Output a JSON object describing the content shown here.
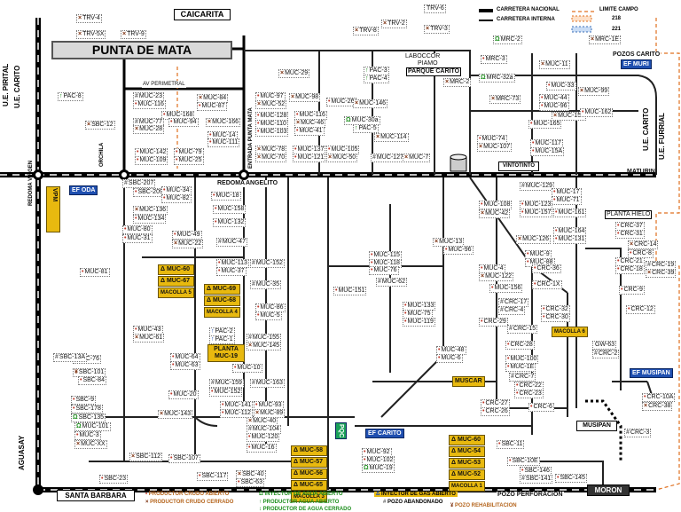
{
  "title": "PUNTA DE MATA",
  "places": {
    "caicarita": "CAICARITA",
    "santa_barbara": "SANTA BARBARA",
    "moron": "MORON",
    "musipan": "MUSIPAN",
    "muscar": "MUSCAR",
    "vintotinto": "VINTOTINTO",
    "laboccor": "LABOCCOR",
    "piamo": "PIAMO",
    "parque_carito": "PARQUE CARITO",
    "pozos_carito": "POZOS CARITO",
    "planta_hielo": "PLANTA HIELO",
    "maturin": "MATURIN",
    "redoma": "REDOMA",
    "angelito": "ANGELITO",
    "av_perimetral": "AV PERIMETRAL",
    "orchila": "ORCHILA",
    "redoma_virgen": "REDOMA VIRGEN",
    "ue_pirital": "U.E. PIRITAL",
    "ue_carito_left": "U.E. CARITO",
    "ue_carito_right": "U.E. CARITO",
    "ue_furrial": "U.E. FURRIAL",
    "aguasay": "AGUASAY",
    "pozo_perforacion": "POZO PERFORACION",
    "entrada_punta_mata": "ENTRADA PUNTA MATA"
  },
  "stations": {
    "ef_oda": "EF ODA",
    "ef_muri": "EF MURI",
    "ef_carito": "EF CARITO",
    "ef_musipan": "EF MUSIPAN",
    "vpm": "VPM",
    "planta_muc19": "PLANTA MUC-19",
    "pqc": "PQC"
  },
  "legend_top": {
    "carretera_nacional": "CARRETERA NACIONAL",
    "carretera_interna": "CARRETERA INTERNA",
    "limite_campo": "LIMITE CAMPO",
    "n218": "218",
    "n221": "221"
  },
  "legend_bottom": [
    {
      "text": "PRODUCTOR CRUDO ABIERTO",
      "marker": "•",
      "cls": "prod-open"
    },
    {
      "text": "PRODUCTOR CRUDO CERRADO",
      "marker": "×",
      "cls": "prod-closed"
    },
    {
      "text": "INYECTOR DE AGUA ABIERTO",
      "marker": "Ω",
      "cls": "inj-water"
    },
    {
      "text": "PRODUCTOR AGUA ABIERTO",
      "marker": "↑",
      "cls": "inj-water"
    },
    {
      "text": "PRODUCTOR DE AGUA CERRADO",
      "marker": "↕",
      "cls": "inj-water"
    },
    {
      "text": "INYECTOR DE GAS ABIERTO",
      "marker": "Δ",
      "cls": "gas"
    },
    {
      "text": "POZO ABANDONADO",
      "marker": "#",
      "cls": "abandoned"
    },
    {
      "text": "POZO REHABILITACION",
      "marker": "¥",
      "cls": "prod-closed"
    }
  ],
  "wells": [
    {
      "name": "TRV-4",
      "marker": "×",
      "cls": "prod-closed"
    },
    {
      "name": "TRV-5X",
      "marker": "×",
      "cls": "prod-closed"
    },
    {
      "name": "TRV-9",
      "marker": "×",
      "cls": "prod-closed"
    },
    {
      "name": "TRV-6",
      "marker": "",
      "cls": "prod-closed"
    },
    {
      "name": "TRV-2",
      "marker": "×",
      "cls": "prod-closed"
    },
    {
      "name": "TRV-8",
      "marker": "×",
      "cls": "prod-closed"
    },
    {
      "name": "TRV-3",
      "marker": "×",
      "cls": "prod-closed"
    },
    {
      "name": "MRC-2",
      "marker": "Ω",
      "cls": "inj-water"
    },
    {
      "name": "MRC-1E",
      "marker": "×",
      "cls": "prod-closed"
    },
    {
      "name": "PAC-8",
      "marker": "↑",
      "cls": "inj-water"
    },
    {
      "name": "SBC-12",
      "marker": "×",
      "cls": "prod-closed"
    },
    {
      "name": "MUC-23",
      "marker": "#",
      "cls": "abandoned"
    },
    {
      "name": "MUC-116",
      "marker": "•",
      "cls": "prod-open"
    },
    {
      "name": "MUC-168",
      "marker": "•",
      "cls": "prod-open"
    },
    {
      "name": "MUC-77",
      "marker": "#",
      "cls": "abandoned"
    },
    {
      "name": "MUC-28",
      "marker": "×",
      "cls": "prod-closed"
    },
    {
      "name": "MUC-94",
      "marker": "•",
      "cls": "prod-open"
    },
    {
      "name": "MUC-84",
      "marker": "×",
      "cls": "prod-closed"
    },
    {
      "name": "MUC-87",
      "marker": "•",
      "cls": "prod-open"
    },
    {
      "name": "MUC-166",
      "marker": "×",
      "cls": "prod-closed"
    },
    {
      "name": "MUC-14",
      "marker": "•",
      "cls": "prod-open"
    },
    {
      "name": "MUC-111",
      "marker": "•",
      "cls": "prod-open"
    },
    {
      "name": "MUC-29",
      "marker": "×",
      "cls": "prod-closed"
    },
    {
      "name": "MUC-97",
      "marker": "•",
      "cls": "prod-open"
    },
    {
      "name": "MUC-52",
      "marker": "×",
      "cls": "prod-closed"
    },
    {
      "name": "MUC-98",
      "marker": "×",
      "cls": "prod-closed"
    },
    {
      "name": "MUC-128",
      "marker": "•",
      "cls": "prod-open"
    },
    {
      "name": "MUC-110",
      "marker": "•",
      "cls": "prod-open"
    },
    {
      "name": "MUC-103",
      "marker": "•",
      "cls": "prod-open"
    },
    {
      "name": "MUC-116",
      "marker": "•",
      "cls": "prod-open"
    },
    {
      "name": "MUC-46",
      "marker": "×",
      "cls": "prod-closed"
    },
    {
      "name": "MUC-41",
      "marker": "•",
      "cls": "prod-open"
    },
    {
      "name": "MUC-26",
      "marker": "•",
      "cls": "prod-open"
    },
    {
      "name": "MUC-146",
      "marker": "×",
      "cls": "prod-closed"
    },
    {
      "name": "PAC-3",
      "marker": "↑",
      "cls": "inj-water"
    },
    {
      "name": "PAC-4",
      "marker": "↑",
      "cls": "inj-water"
    },
    {
      "name": "MUC-30a",
      "marker": "Ω",
      "cls": "inj-water"
    },
    {
      "name": "PAC-5",
      "marker": "↑",
      "cls": "inj-water"
    },
    {
      "name": "MUC-114",
      "marker": "×",
      "cls": "prod-closed"
    },
    {
      "name": "MRC-2",
      "marker": "×",
      "cls": "prod-closed"
    },
    {
      "name": "MRC-3",
      "marker": "•",
      "cls": "prod-open"
    },
    {
      "name": "MRC-32a",
      "marker": "Ω",
      "cls": "inj-water"
    },
    {
      "name": "MRC-73",
      "marker": "×",
      "cls": "prod-closed"
    },
    {
      "name": "MUC-11",
      "marker": "×",
      "cls": "prod-closed"
    },
    {
      "name": "MUC-33",
      "marker": "•",
      "cls": "prod-open"
    },
    {
      "name": "MUC-99",
      "marker": "×",
      "cls": "prod-closed"
    },
    {
      "name": "MUC-44",
      "marker": "•",
      "cls": "prod-open"
    },
    {
      "name": "MUC-96",
      "marker": "•",
      "cls": "prod-open"
    },
    {
      "name": "MUC-150",
      "marker": "×",
      "cls": "prod-closed"
    },
    {
      "name": "MUC-162",
      "marker": "•",
      "cls": "prod-open"
    },
    {
      "name": "MUC-165",
      "marker": "•",
      "cls": "prod-open"
    },
    {
      "name": "MUC-74",
      "marker": "•",
      "cls": "prod-open"
    },
    {
      "name": "MUC-107",
      "marker": "×",
      "cls": "prod-closed"
    },
    {
      "name": "MUC-117",
      "marker": "•",
      "cls": "prod-open"
    },
    {
      "name": "MUC-15A",
      "marker": "•",
      "cls": "prod-open"
    },
    {
      "name": "MUC-142",
      "marker": "•",
      "cls": "prod-open"
    },
    {
      "name": "MUC-109",
      "marker": "•",
      "cls": "prod-open"
    },
    {
      "name": "MUC-79",
      "marker": "•",
      "cls": "prod-open"
    },
    {
      "name": "MUC-25",
      "marker": "•",
      "cls": "prod-open"
    },
    {
      "name": "MUC-78",
      "marker": "×",
      "cls": "prod-closed"
    },
    {
      "name": "MUC-70",
      "marker": "×",
      "cls": "prod-closed"
    },
    {
      "name": "MUC-137",
      "marker": "•",
      "cls": "prod-open"
    },
    {
      "name": "MUC-121",
      "marker": "•",
      "cls": "prod-open"
    },
    {
      "name": "MUC-105",
      "marker": "•",
      "cls": "prod-open"
    },
    {
      "name": "MUC-50",
      "marker": "×",
      "cls": "prod-closed"
    },
    {
      "name": "MUC-127",
      "marker": "#",
      "cls": "abandoned"
    },
    {
      "name": "MUC-7",
      "marker": "×",
      "cls": "prod-closed"
    },
    {
      "name": "SBC-207",
      "marker": "#",
      "cls": "abandoned"
    },
    {
      "name": "SBC-209",
      "marker": "•",
      "cls": "prod-open"
    },
    {
      "name": "MUC-34",
      "marker": "•",
      "cls": "prod-open"
    },
    {
      "name": "MUC-82",
      "marker": "•",
      "cls": "prod-open"
    },
    {
      "name": "MUC-18",
      "marker": "•",
      "cls": "prod-open"
    },
    {
      "name": "MUC-158",
      "marker": "•",
      "cls": "prod-open"
    },
    {
      "name": "MUC-132",
      "marker": "•",
      "cls": "prod-open"
    },
    {
      "name": "MUC-47",
      "marker": "#",
      "cls": "abandoned"
    },
    {
      "name": "MUC-136",
      "marker": "×",
      "cls": "prod-closed"
    },
    {
      "name": "MUC-134",
      "marker": "•",
      "cls": "prod-open"
    },
    {
      "name": "MUC-80",
      "marker": "•",
      "cls": "prod-open"
    },
    {
      "name": "MUC-31",
      "marker": "•",
      "cls": "prod-open"
    },
    {
      "name": "MUC-49",
      "marker": "•",
      "cls": "prod-open"
    },
    {
      "name": "MUC-22",
      "marker": "×",
      "cls": "prod-closed"
    },
    {
      "name": "MUC-81",
      "marker": "•",
      "cls": "prod-open"
    },
    {
      "name": "MUC-113",
      "marker": "•",
      "cls": "prod-open"
    },
    {
      "name": "MUC-37",
      "marker": "•",
      "cls": "prod-open"
    },
    {
      "name": "MUC-152",
      "marker": "#",
      "cls": "abandoned"
    },
    {
      "name": "MUC-35",
      "marker": "#",
      "cls": "abandoned"
    },
    {
      "name": "MUC-86",
      "marker": "•",
      "cls": "prod-open"
    },
    {
      "name": "MUC-5",
      "marker": "•",
      "cls": "prod-open"
    },
    {
      "name": "MUC-43",
      "marker": "•",
      "cls": "prod-open"
    },
    {
      "name": "MUC-61",
      "marker": "×",
      "cls": "prod-closed"
    },
    {
      "name": "SBC-76",
      "marker": "•",
      "cls": "prod-open"
    },
    {
      "name": "SBC-101",
      "marker": "¥",
      "cls": "prod-closed"
    },
    {
      "name": "SBC-84",
      "marker": "•",
      "cls": "prod-open"
    },
    {
      "name": "MUC-64",
      "marker": "•",
      "cls": "prod-open"
    },
    {
      "name": "MUC-63",
      "marker": "•",
      "cls": "prod-open"
    },
    {
      "name": "PAC-2",
      "marker": "↑",
      "cls": "gas"
    },
    {
      "name": "PAC-1",
      "marker": "↑",
      "cls": "gas"
    },
    {
      "name": "MUC-155",
      "marker": "#",
      "cls": "abandoned"
    },
    {
      "name": "MUC-145",
      "marker": "×",
      "cls": "prod-closed"
    },
    {
      "name": "MUC-10",
      "marker": "•",
      "cls": "prod-open"
    },
    {
      "name": "MUC-159",
      "marker": "#",
      "cls": "abandoned"
    },
    {
      "name": "MUC-152",
      "marker": "•",
      "cls": "prod-open"
    },
    {
      "name": "MUC-163",
      "marker": "#",
      "cls": "abandoned"
    },
    {
      "name": "MUC-20",
      "marker": "•",
      "cls": "prod-open"
    },
    {
      "name": "SBC-9",
      "marker": "•",
      "cls": "prod-open"
    },
    {
      "name": "SBC-178",
      "marker": "•",
      "cls": "prod-open"
    },
    {
      "name": "SBC-135",
      "marker": "Ω",
      "cls": "inj-water"
    },
    {
      "name": "MUC-143",
      "marker": "×",
      "cls": "prod-closed"
    },
    {
      "name": "MUC-101",
      "marker": "Ω",
      "cls": "inj-water"
    },
    {
      "name": "MUC-3",
      "marker": "•",
      "cls": "prod-open"
    },
    {
      "name": "MUC-XX",
      "marker": "×",
      "cls": "prod-closed"
    },
    {
      "name": "MUC-141",
      "marker": "•",
      "cls": "prod-open"
    },
    {
      "name": "MUC-112",
      "marker": "•",
      "cls": "prod-open"
    },
    {
      "name": "MUC-93",
      "marker": "•",
      "cls": "prod-open"
    },
    {
      "name": "MUC-89",
      "marker": "×",
      "cls": "prod-closed"
    },
    {
      "name": "MUC-40",
      "marker": "×",
      "cls": "prod-closed"
    },
    {
      "name": "MUC-104",
      "marker": "#",
      "cls": "abandoned"
    },
    {
      "name": "MUC-120",
      "marker": "•",
      "cls": "prod-open"
    },
    {
      "name": "MUC-16",
      "marker": "•",
      "cls": "prod-open"
    },
    {
      "name": "SBC-112",
      "marker": "×",
      "cls": "prod-closed"
    },
    {
      "name": "SBC-107",
      "marker": "•",
      "cls": "prod-open"
    },
    {
      "name": "SBC-23",
      "marker": "•",
      "cls": "prod-open"
    },
    {
      "name": "SBC-117",
      "marker": "•",
      "cls": "prod-open"
    },
    {
      "name": "SBC-40",
      "marker": "×",
      "cls": "prod-closed"
    },
    {
      "name": "SBC-63",
      "marker": "•",
      "cls": "prod-open"
    },
    {
      "name": "SBC-13A",
      "marker": "#",
      "cls": "abandoned"
    },
    {
      "name": "MUC-115",
      "marker": "•",
      "cls": "prod-open"
    },
    {
      "name": "MUC-118",
      "marker": "•",
      "cls": "prod-open"
    },
    {
      "name": "MUC-76",
      "marker": "•",
      "cls": "prod-open"
    },
    {
      "name": "MUC-13",
      "marker": "×",
      "cls": "prod-closed"
    },
    {
      "name": "MUC-96",
      "marker": "•",
      "cls": "prod-open"
    },
    {
      "name": "MUC-62",
      "marker": "#",
      "cls": "abandoned"
    },
    {
      "name": "MUC-151",
      "marker": "•",
      "cls": "prod-open"
    },
    {
      "name": "MUC-133",
      "marker": "•",
      "cls": "prod-open"
    },
    {
      "name": "MUC-75",
      "marker": "•",
      "cls": "prod-open"
    },
    {
      "name": "MUC-119",
      "marker": "•",
      "cls": "prod-open"
    },
    {
      "name": "MUC-48",
      "marker": "•",
      "cls": "prod-open"
    },
    {
      "name": "MUC-6",
      "marker": "•",
      "cls": "prod-open"
    },
    {
      "name": "MUC-92",
      "marker": "•",
      "cls": "prod-open"
    },
    {
      "name": "MUC-102",
      "marker": "•",
      "cls": "prod-open"
    },
    {
      "name": "MUC-19",
      "marker": "Ω",
      "cls": "inj-water"
    },
    {
      "name": "MUC-129",
      "marker": "#",
      "cls": "abandoned"
    },
    {
      "name": "MUC-17",
      "marker": "•",
      "cls": "prod-open"
    },
    {
      "name": "MUC-71",
      "marker": "•",
      "cls": "prod-open"
    },
    {
      "name": "MUC-108",
      "marker": "•",
      "cls": "prod-open"
    },
    {
      "name": "MUC-42",
      "marker": "×",
      "cls": "prod-closed"
    },
    {
      "name": "MUC-123",
      "marker": "•",
      "cls": "prod-open"
    },
    {
      "name": "MUC-157",
      "marker": "•",
      "cls": "prod-open"
    },
    {
      "name": "MUC-161",
      "marker": "•",
      "cls": "prod-open"
    },
    {
      "name": "MUC-164",
      "marker": "•",
      "cls": "prod-open"
    },
    {
      "name": "MUC-131",
      "marker": "•",
      "cls": "prod-open"
    },
    {
      "name": "MUC-126",
      "marker": "×",
      "cls": "prod-closed"
    },
    {
      "name": "MUC-9",
      "marker": "•",
      "cls": "prod-open"
    },
    {
      "name": "MUC-88",
      "marker": "•",
      "cls": "prod-open"
    },
    {
      "name": "CRC-36",
      "marker": "•",
      "cls": "prod-open"
    },
    {
      "name": "MUC-4",
      "marker": "•",
      "cls": "prod-open"
    },
    {
      "name": "MUC-122",
      "marker": "×",
      "cls": "prod-closed"
    },
    {
      "name": "CRC-1X",
      "marker": "•",
      "cls": "prod-open"
    },
    {
      "name": "MUC-156",
      "marker": "•",
      "cls": "prod-open"
    },
    {
      "name": "CRC-17",
      "marker": "#",
      "cls": "abandoned"
    },
    {
      "name": "CRC-4",
      "marker": "#",
      "cls": "abandoned"
    },
    {
      "name": "CRC-32",
      "marker": "•",
      "cls": "prod-open"
    },
    {
      "name": "CRC-30",
      "marker": "•",
      "cls": "prod-open"
    },
    {
      "name": "CRC-29",
      "marker": "•",
      "cls": "prod-open"
    },
    {
      "name": "CRC-15",
      "marker": "#",
      "cls": "abandoned"
    },
    {
      "name": "CRC-28",
      "marker": "•",
      "cls": "prod-open"
    },
    {
      "name": "MUC-100",
      "marker": "•",
      "cls": "prod-open"
    },
    {
      "name": "MUC-1E",
      "marker": "•",
      "cls": "prod-open"
    },
    {
      "name": "CRC-7",
      "marker": "#",
      "cls": "abandoned"
    },
    {
      "name": "CRC-22",
      "marker": "•",
      "cls": "prod-open"
    },
    {
      "name": "CRC-23",
      "marker": "•",
      "cls": "prod-open"
    },
    {
      "name": "CRC-27",
      "marker": "•",
      "cls": "prod-open"
    },
    {
      "name": "CRC-26",
      "marker": "•",
      "cls": "prod-open"
    },
    {
      "name": "CRC-6",
      "marker": "•",
      "cls": "prod-open"
    },
    {
      "name": "CRC-37",
      "marker": "•",
      "cls": "prod-open"
    },
    {
      "name": "CRC-31",
      "marker": "•",
      "cls": "prod-open"
    },
    {
      "name": "CRC-14",
      "marker": "×",
      "cls": "prod-closed"
    },
    {
      "name": "CRC-8",
      "marker": "•",
      "cls": "prod-open"
    },
    {
      "name": "CRC-21",
      "marker": "•",
      "cls": "prod-open"
    },
    {
      "name": "CRC-18",
      "marker": "•",
      "cls": "prod-open"
    },
    {
      "name": "CRC-19",
      "marker": "#",
      "cls": "abandoned"
    },
    {
      "name": "CRC-39",
      "marker": "×",
      "cls": "prod-closed"
    },
    {
      "name": "CRC-9",
      "marker": "•",
      "cls": "prod-open"
    },
    {
      "name": "CRC-12",
      "marker": "•",
      "cls": "prod-open"
    },
    {
      "name": "GW-63",
      "marker": "",
      "cls": "abandoned"
    },
    {
      "name": "CRC-2",
      "marker": "#",
      "cls": "abandoned"
    },
    {
      "name": "CRC-10A",
      "marker": "•",
      "cls": "prod-open"
    },
    {
      "name": "CRC-38",
      "marker": "×",
      "cls": "prod-closed"
    },
    {
      "name": "CRC-3",
      "marker": "#",
      "cls": "abandoned"
    },
    {
      "name": "SBC-11",
      "marker": "•",
      "cls": "prod-open"
    },
    {
      "name": "SBC-10E",
      "marker": "•",
      "cls": "prod-open"
    },
    {
      "name": "SBC-146",
      "marker": "•",
      "cls": "prod-open"
    },
    {
      "name": "SBC-141",
      "marker": "#",
      "cls": "abandoned"
    },
    {
      "name": "SBC-145",
      "marker": "•",
      "cls": "prod-open"
    }
  ],
  "gas_injector_groups": [
    {
      "title": "MACOLLA 5",
      "items": [
        "MUC-60",
        "MUC-67"
      ]
    },
    {
      "title": "MACOLLA 4",
      "items": [
        "MUC-69",
        "MUC-68"
      ]
    },
    {
      "title": "MACOLLA 3",
      "items": [
        "MUC-58",
        "MUC-57",
        "MUC-56",
        "MUC-65"
      ]
    },
    {
      "title": "MACOLLA 1",
      "items": [
        "MUC-60",
        "MUC-54",
        "MUC-53",
        "MUC-52"
      ]
    },
    {
      "title": "MACOLLA 6",
      "items": []
    }
  ],
  "colors": {
    "road": "#000000",
    "internal_road": "#333333",
    "limit": "#e07020",
    "gas": "#e8b90f",
    "station": "#1f4fb0"
  }
}
